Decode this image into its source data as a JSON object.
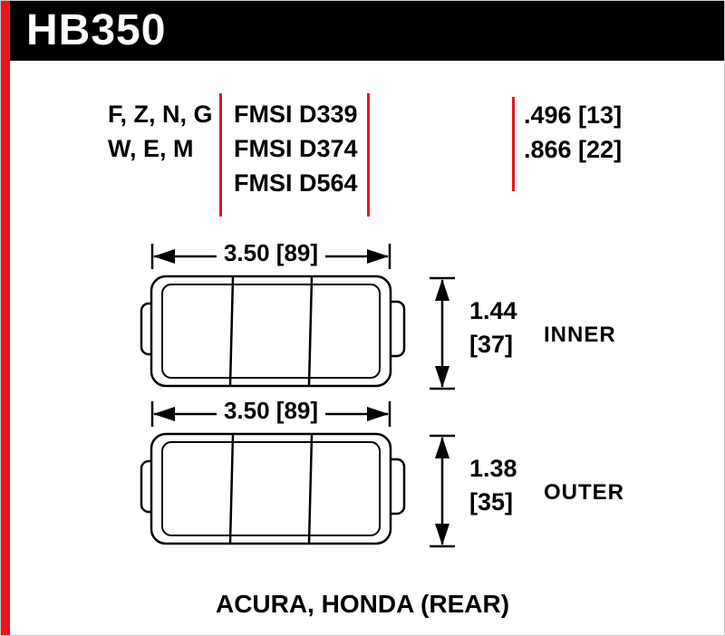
{
  "colors": {
    "accent_red": "#e8151d",
    "header_bg": "#000000",
    "text": "#000000"
  },
  "header": {
    "part_number": "HB350"
  },
  "spec": {
    "compounds": [
      "F, Z, N, G",
      "W, E, M"
    ],
    "fmsi": [
      "FMSI D339",
      "FMSI D374",
      "FMSI D564"
    ],
    "thickness": [
      ".496 [13]",
      ".866 [22]"
    ]
  },
  "diagram": {
    "pads": [
      {
        "width_label": "3.50 [89]",
        "thickness_in": "1.44",
        "thickness_mm": "[37]",
        "position_label": "INNER"
      },
      {
        "width_label": "3.50 [89]",
        "thickness_in": "1.38",
        "thickness_mm": "[35]",
        "position_label": "OUTER"
      }
    ]
  },
  "footer": {
    "application": "ACURA, HONDA (REAR)"
  }
}
